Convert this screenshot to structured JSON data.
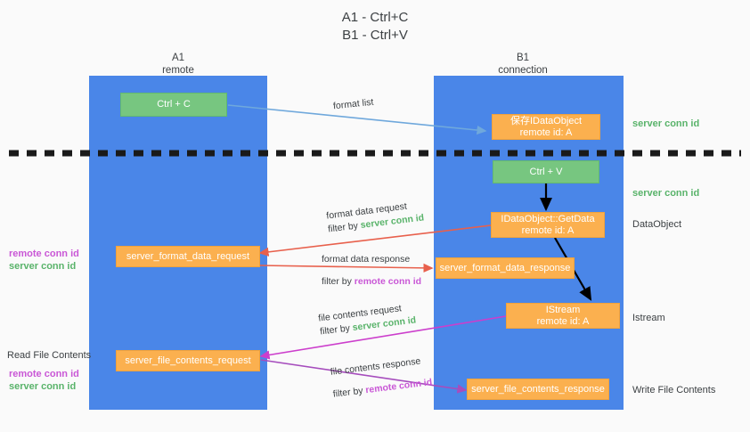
{
  "title": {
    "line1": "A1 - Ctrl+C",
    "line2": "B1 - Ctrl+V"
  },
  "columns": [
    {
      "name": "A1",
      "sub": "remote"
    },
    {
      "name": "B1",
      "sub": "connection"
    }
  ],
  "boxes": {
    "ctrl_c": {
      "label": "Ctrl + C",
      "color": "#77c680"
    },
    "ctrl_v": {
      "label": "Ctrl + V",
      "color": "#77c680"
    },
    "idataobject": {
      "line1": "保存IDataObject",
      "line2": "remote id: A",
      "color": "#fbb04f"
    },
    "getdata": {
      "line1": "IDataObject::GetData",
      "line2": "remote id: A",
      "color": "#fbb04f"
    },
    "istream": {
      "line1": "IStream",
      "line2": "remote id: A",
      "color": "#fbb04f"
    },
    "format_data_request": {
      "label": "server_format_data_request",
      "color": "#fbb04f"
    },
    "format_data_response": {
      "label": "server_format_data_response",
      "color": "#fbb04f"
    },
    "file_contents_request": {
      "label": "server_file_contents_request",
      "color": "#fbb04f"
    },
    "file_contents_response": {
      "label": "server_file_contents_response",
      "color": "#fbb04f"
    }
  },
  "annotations": {
    "format_list": "format list",
    "format_data_request": {
      "line1": "format data request",
      "filter_prefix": "filter by ",
      "filter_value": "server conn id"
    },
    "format_data_response": {
      "line1": "format data response",
      "filter_prefix": "filter by ",
      "filter_value": "remote conn id"
    },
    "file_contents_request": {
      "line1": "file contents request",
      "filter_prefix": "filter by ",
      "filter_value": "server conn id"
    },
    "file_contents_response": {
      "line1": "file contents response",
      "filter_prefix": "filter by ",
      "filter_value": "remote conn id"
    }
  },
  "left_labels": {
    "group1": {
      "remote": "remote conn id",
      "server": "server conn id"
    },
    "read_file_contents": "Read File Contents",
    "group2": {
      "remote": "remote conn id",
      "server": "server conn id"
    }
  },
  "right_labels": {
    "server_conn_top": "server conn id",
    "server_conn_mid": "server conn id",
    "dataobject": "DataObject",
    "istream": "Istream",
    "write_file_contents": "Write File Contents"
  },
  "colors": {
    "lane": "#4a86e8",
    "green_conn": "#59b36a",
    "purple_conn": "#c957d6",
    "arrow_blue": "#6fa8dc",
    "arrow_red": "#e8604c",
    "arrow_magenta": "#cc3ecc",
    "arrow_purple": "#a64dbd",
    "arrow_black": "#000000",
    "divider": "#1a1a1a"
  }
}
